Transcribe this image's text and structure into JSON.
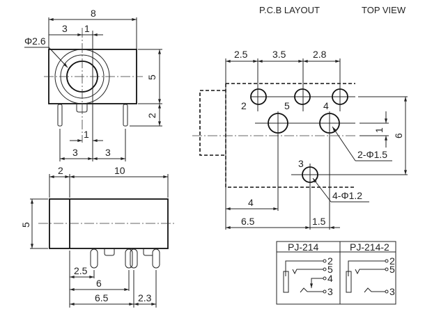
{
  "header": {
    "pcb_layout": "P.C.B LAYOUT",
    "top_view": "TOP VIEW"
  },
  "front_view": {
    "width": "8",
    "offset": "3",
    "center_offset": "1",
    "diameter": "Φ2.6",
    "height": "5",
    "pin_length": "2",
    "bottom_offset": "1",
    "pin_left": "3",
    "pin_right": "3"
  },
  "side_view": {
    "front_depth": "2",
    "body_length": "10",
    "height": "5",
    "d1": "2.5",
    "d2": "6",
    "d3": "6.5",
    "d4": "2.3"
  },
  "pcb": {
    "top_dims": [
      "2.5",
      "3.5",
      "2.8"
    ],
    "pin_labels": [
      "2",
      "5",
      "4",
      "3"
    ],
    "v_small": "1",
    "v_large": "6",
    "hole_large": "2-Φ1.5",
    "hole_small": "4-Φ1.2",
    "bottom_dims": [
      "4",
      "6.5",
      "1.5"
    ]
  },
  "table": {
    "headers": [
      "PJ-214",
      "PJ-214-2"
    ],
    "pj214_pins": [
      "2",
      "5",
      "4",
      "3"
    ],
    "pj2142_pins": [
      "2",
      "5",
      "3"
    ]
  }
}
